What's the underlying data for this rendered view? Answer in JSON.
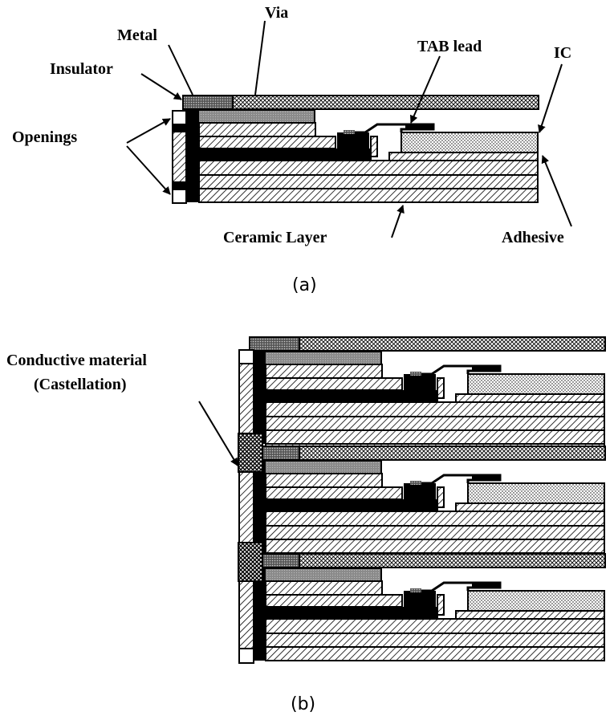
{
  "figure_a": {
    "labels": {
      "via": "Via",
      "metal": "Metal",
      "tab_lead": "TAB lead",
      "ic": "IC",
      "insulator": "Insulator",
      "openings": "Openings",
      "ceramic_layer": "Ceramic Layer",
      "adhesive": "Adhesive"
    },
    "caption": "(a)"
  },
  "figure_b": {
    "labels": {
      "conductive_line1": "Conductive material",
      "conductive_line2": "(Castellation)"
    },
    "caption": "(b)"
  }
}
